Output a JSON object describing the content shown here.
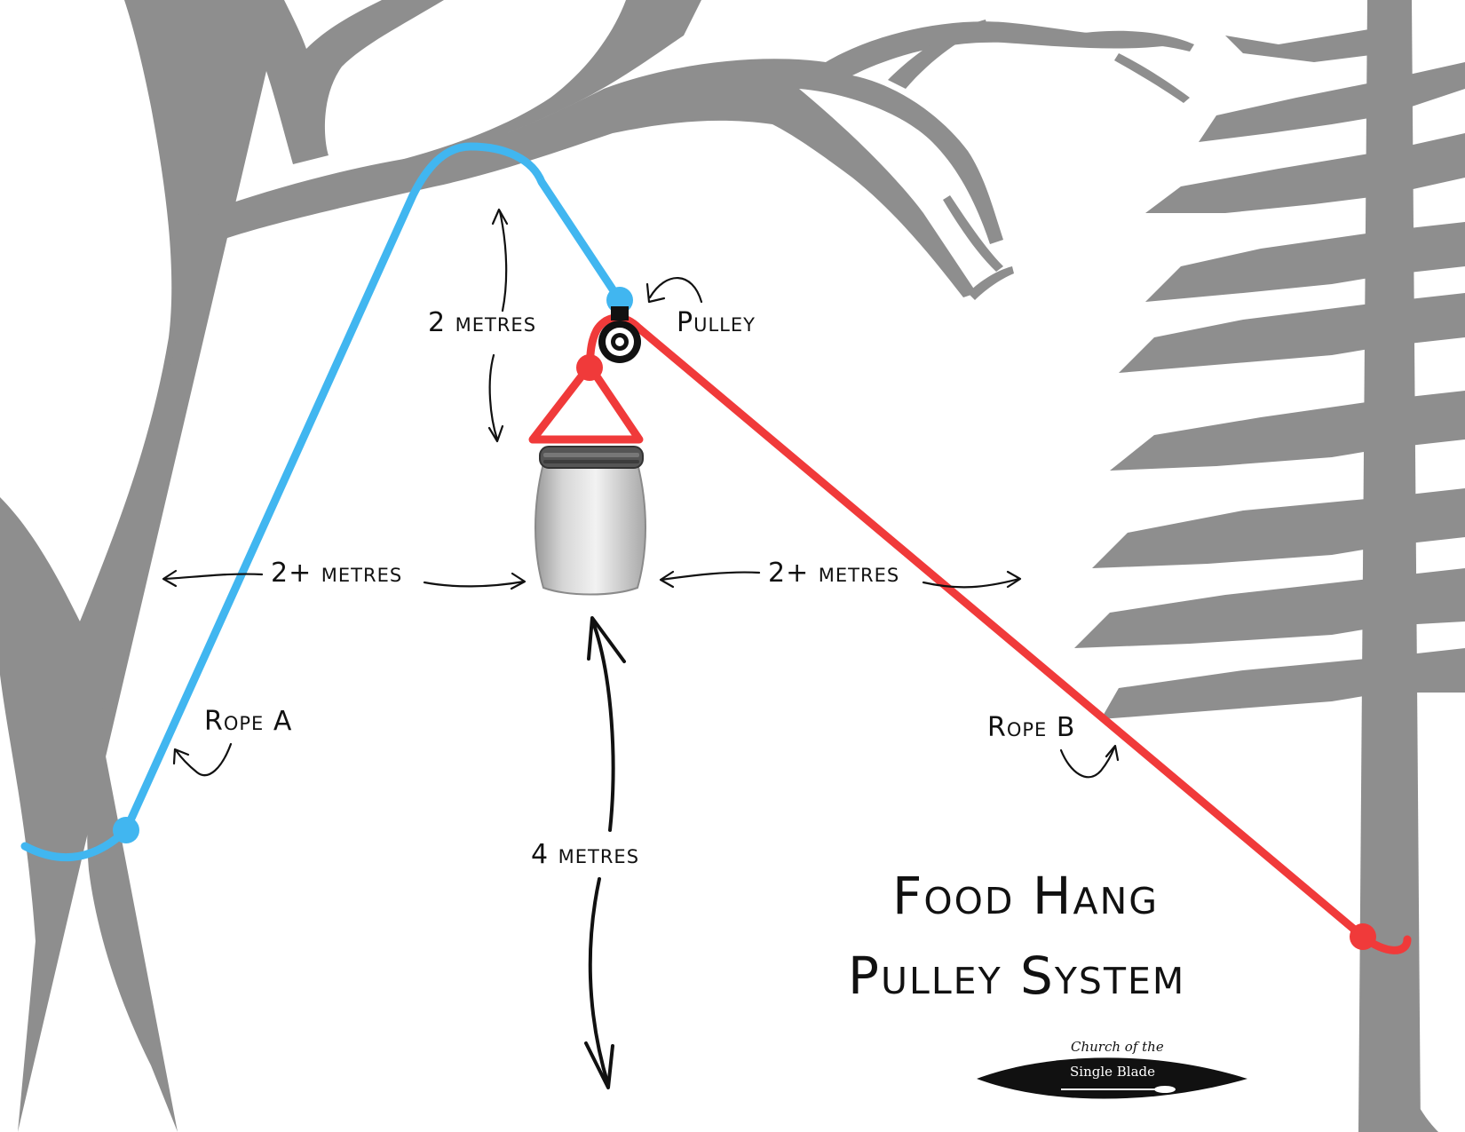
{
  "labels": {
    "two_metres": "2 metres",
    "pulley": "Pulley",
    "two_plus_left": "2+ metres",
    "two_plus_right": "2+ metres",
    "rope_a": "Rope A",
    "rope_b": "Rope B",
    "four_metres": "4 metres"
  },
  "title": {
    "line1": "Food Hang",
    "line2": "Pulley System"
  },
  "logo": {
    "line1": "Church of the",
    "line2": "Single Blade"
  },
  "colors": {
    "tree": "#8e8e8e",
    "rope_a": "#41b6f0",
    "rope_b": "#f03a3a",
    "ink": "#111111"
  }
}
